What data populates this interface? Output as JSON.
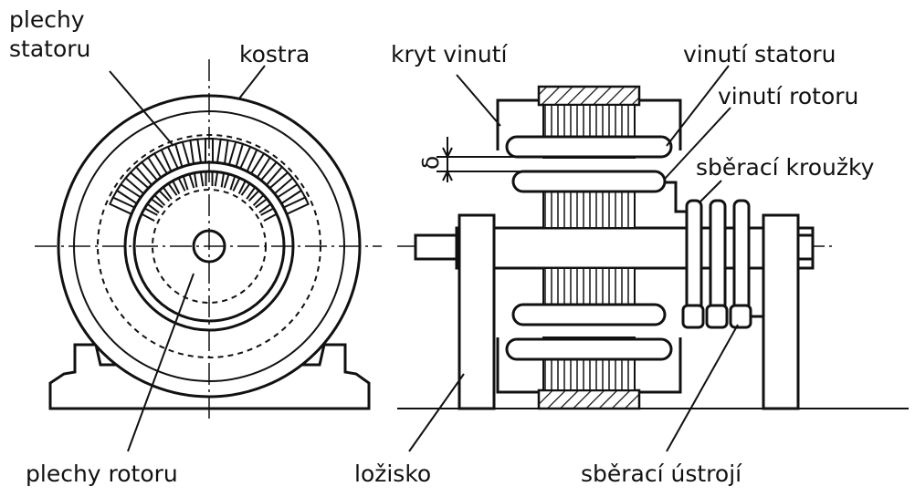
{
  "labels": {
    "plechy_statoru_line1": "plechy",
    "plechy_statoru_line2": "statoru",
    "kostra": "kostra",
    "plechy_rotoru": "plechy rotoru",
    "kryt_vinuti": "kryt vinutí",
    "vinuti_statoru": "vinutí statoru",
    "vinuti_rotoru": "vinutí rotoru",
    "sberaci_krouzky": "sběrací kroužky",
    "lozisko": "ložisko",
    "sberaci_ustroji": "sběrací ústrojí",
    "delta": "δ"
  }
}
